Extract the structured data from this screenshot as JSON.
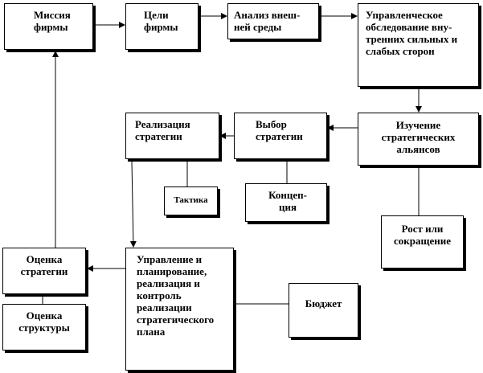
{
  "diagram": {
    "boxes": {
      "mission": "Миссия\nфирмы",
      "goals": "Цели\nфирмы",
      "analysis": "Анализ внеш-\nней  среды",
      "internal": "Управленческое\nобследование вну-\nтренних сильных и\nслабых  сторон",
      "implementation": "Реализация\nстратегии",
      "choice": "Выбор\nстратегии",
      "alliances": "Изучение\nстратегических\nальянсов",
      "tactics": "Тактика",
      "concept": "Концеп-\nция",
      "growth": "Рост или\nсокращение",
      "eval_strategy": "Оценка\nстратегии",
      "management": "Управление и\nпланирование,\nреализация и\nконтроль\nреализации\nстратегического\nплана",
      "budget": "Бюджет",
      "eval_structure": "Оценка\nструктуры"
    }
  }
}
